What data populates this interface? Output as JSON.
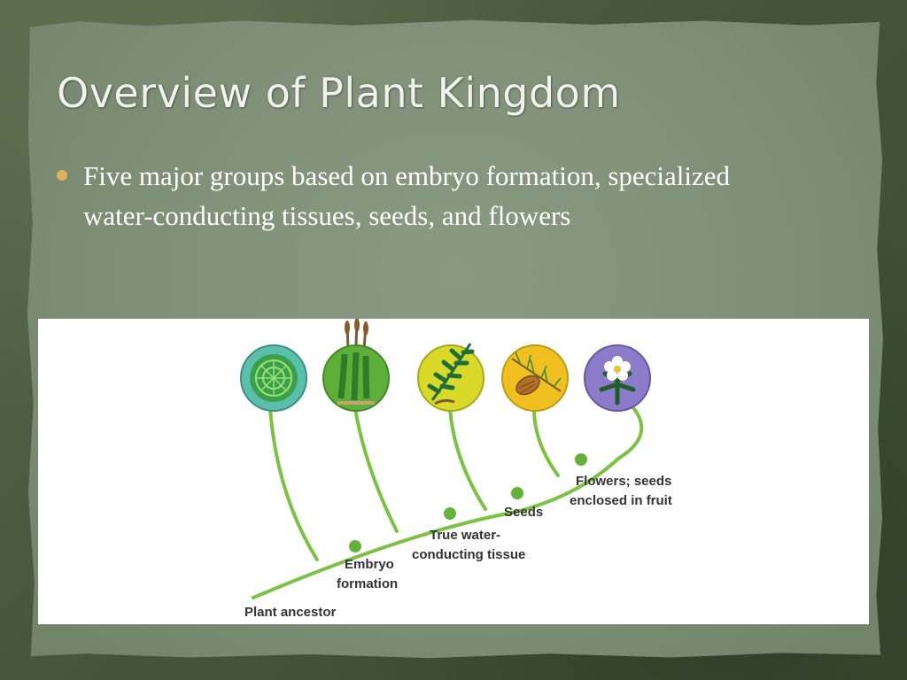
{
  "slide": {
    "title": "Overview of Plant Kingdom",
    "bullet": "Five major groups based on embryo formation, specialized water-conducting tissues, seeds, and flowers"
  },
  "diagram": {
    "labels": {
      "ancestor": "Plant ancestor",
      "embryo_1": "Embryo",
      "embryo_2": "formation",
      "water_1": "True water-",
      "water_2": "conducting tissue",
      "seeds": "Seeds",
      "flowers_1": "Flowers; seeds",
      "flowers_2": "enclosed in fruit"
    },
    "groups": [
      {
        "icon": "green-algae-icon",
        "color": "#5bbfae"
      },
      {
        "icon": "moss-icon",
        "color": "#5fae3a"
      },
      {
        "icon": "fern-icon",
        "color": "#d9d92a"
      },
      {
        "icon": "conifer-icon",
        "color": "#f0c020"
      },
      {
        "icon": "flowering-plant-icon",
        "color": "#8a7cc8"
      }
    ],
    "colors": {
      "branch": "#7cc242",
      "node": "#63b33a"
    }
  }
}
